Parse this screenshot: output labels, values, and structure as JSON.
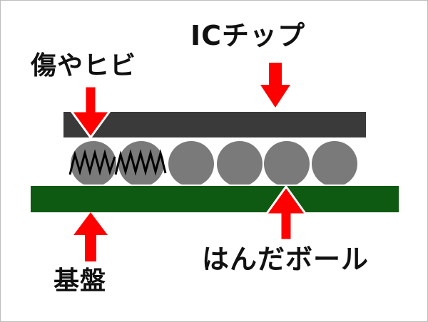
{
  "labels": {
    "ic_chip": "ICチップ",
    "crack": "傷やヒビ",
    "substrate": "基盤",
    "solder_ball": "はんだボール"
  },
  "colors": {
    "chip": "#3a3a3a",
    "ball": "#7a7a7a",
    "substrate": "#0f5a12",
    "arrow": "#ff0000",
    "outline": "#ffffff",
    "crack_line": "#000000"
  },
  "ball_count": 6,
  "cracked_ball_count": 2
}
